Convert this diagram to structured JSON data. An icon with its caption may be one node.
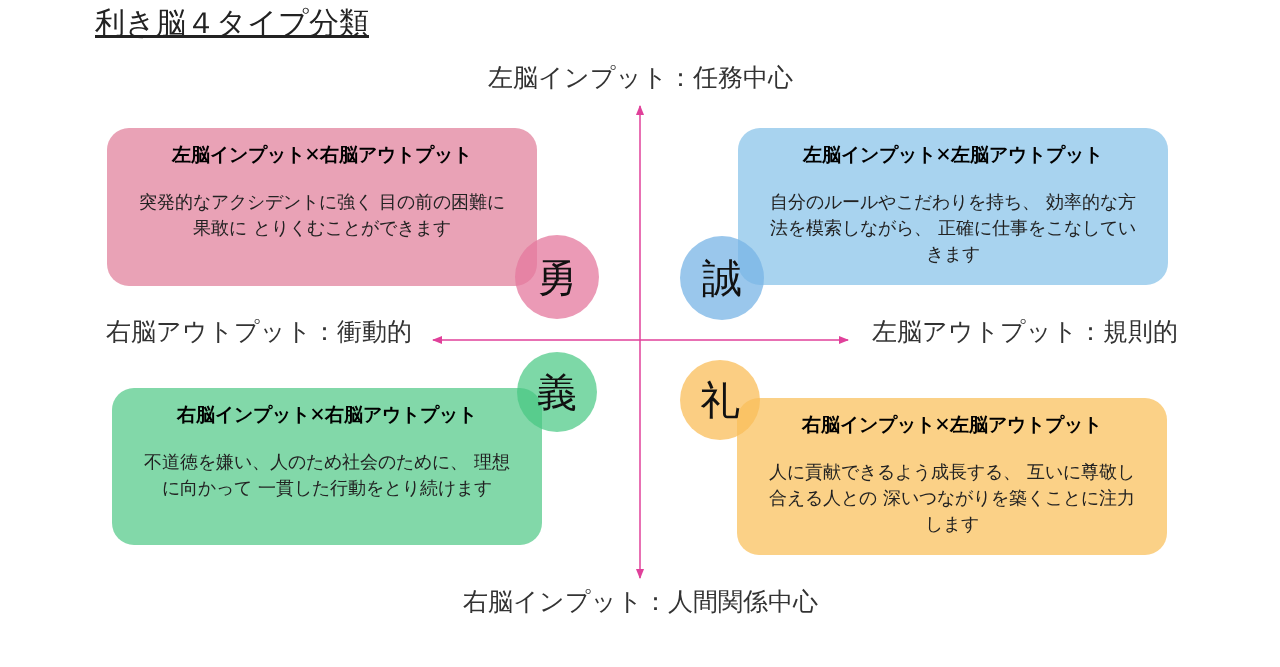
{
  "diagram": {
    "title": "利き脳４タイプ分類",
    "nodes": [
      {
        "text": [
          "左脳インプット✕右脳アウトプット",
          "突発的なアクシデントに強く 目の前の困難に果敢に とりくむことができます"
        ]
      },
      {
        "text": [
          "勇"
        ]
      },
      {
        "text": [
          "左脳インプット✕左脳アウトプット",
          "自分のルールやこだわりを持ち、 効率的な方法を模索しながら、 正確に仕事をこなしていきます"
        ]
      },
      {
        "text": [
          "誠"
        ]
      },
      {
        "text": [
          "右脳インプット✕右脳アウトプット",
          "不道徳を嫌い、人のため社会のために、 理想に向かって 一貫した行動をとり続けます"
        ]
      },
      {
        "text": [
          "義"
        ]
      },
      {
        "text": [
          "右脳インプット✕左脳アウトプット",
          "人に貢献できるよう成長する、 互いに尊敬し合える人との 深いつながりを築くことに注力します"
        ]
      },
      {
        "text": [
          "礼"
        ]
      }
    ],
    "labels": [
      "左脳インプット：任務中心",
      "右脳アウトプット：衝動的",
      "左脳アウトプット：規則的",
      "右脳インプット：人間関係中心"
    ]
  }
}
